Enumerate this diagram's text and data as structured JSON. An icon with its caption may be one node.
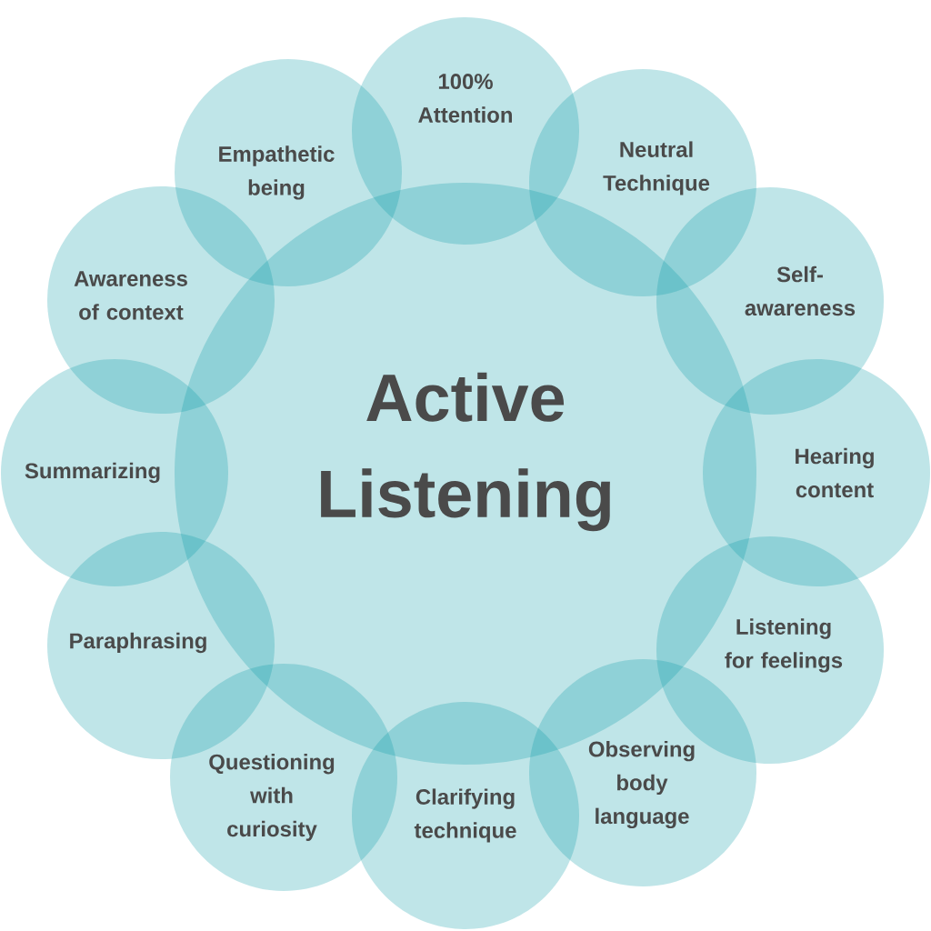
{
  "diagram": {
    "nodes": [
      {
        "text": [
          "Active Listening"
        ]
      },
      {
        "text": [
          "100% Attention"
        ]
      },
      {
        "text": [
          "Neutral Technique"
        ]
      },
      {
        "text": [
          "Self-awareness"
        ]
      },
      {
        "text": [
          "Hearing content"
        ]
      },
      {
        "text": [
          "Listening for feelings"
        ]
      },
      {
        "text": [
          "Observing body language"
        ]
      },
      {
        "text": [
          "Clarifying technique"
        ]
      },
      {
        "text": [
          "Questioning with curiosity"
        ]
      },
      {
        "text": [
          "Paraphrasing"
        ]
      },
      {
        "text": [
          "Summarizing"
        ]
      },
      {
        "text": [
          "Awareness of context"
        ]
      },
      {
        "text": [
          "Empathetic being"
        ]
      }
    ]
  }
}
